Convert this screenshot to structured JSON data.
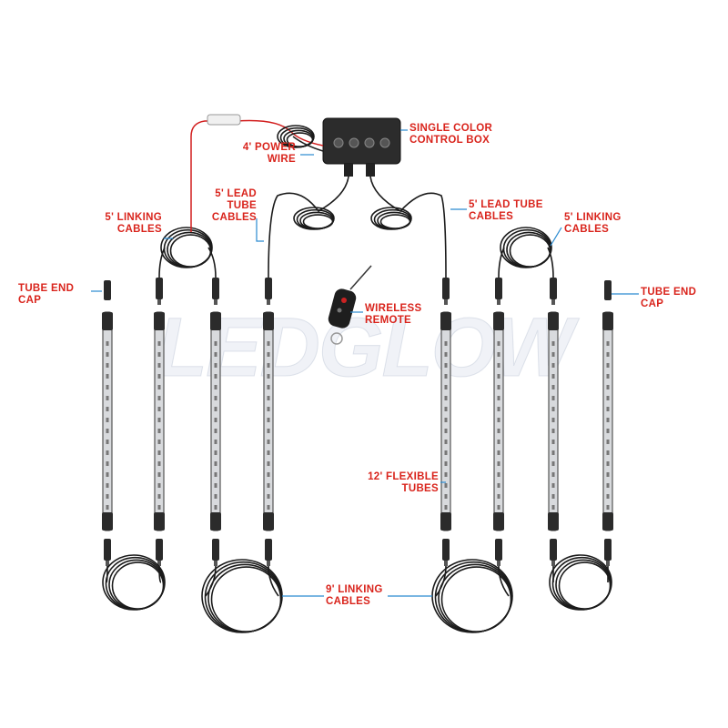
{
  "watermark": "LEDGLOW",
  "labels": {
    "control_box": [
      "SINGLE COLOR",
      "CONTROL BOX"
    ],
    "power_wire": [
      "4' POWER",
      "WIRE"
    ],
    "lead_left": [
      "5' LEAD",
      "TUBE",
      "CABLES"
    ],
    "lead_right": [
      "5' LEAD TUBE",
      "CABLES"
    ],
    "linking_left": [
      "5' LINKING",
      "CABLES"
    ],
    "linking_right": [
      "5' LINKING",
      "CABLES"
    ],
    "end_cap_left": [
      "TUBE END",
      "CAP"
    ],
    "end_cap_right": [
      "TUBE END",
      "CAP"
    ],
    "remote": [
      "WIRELESS",
      "REMOTE"
    ],
    "tubes": [
      "12' FLEXIBLE",
      "TUBES"
    ],
    "linking_9": [
      "9' LINKING",
      "CABLES"
    ]
  },
  "colors": {
    "label": "#d9241c",
    "leader": "#2a8ad0",
    "cable": "#1a1a1a",
    "power": "#d21f1f"
  }
}
